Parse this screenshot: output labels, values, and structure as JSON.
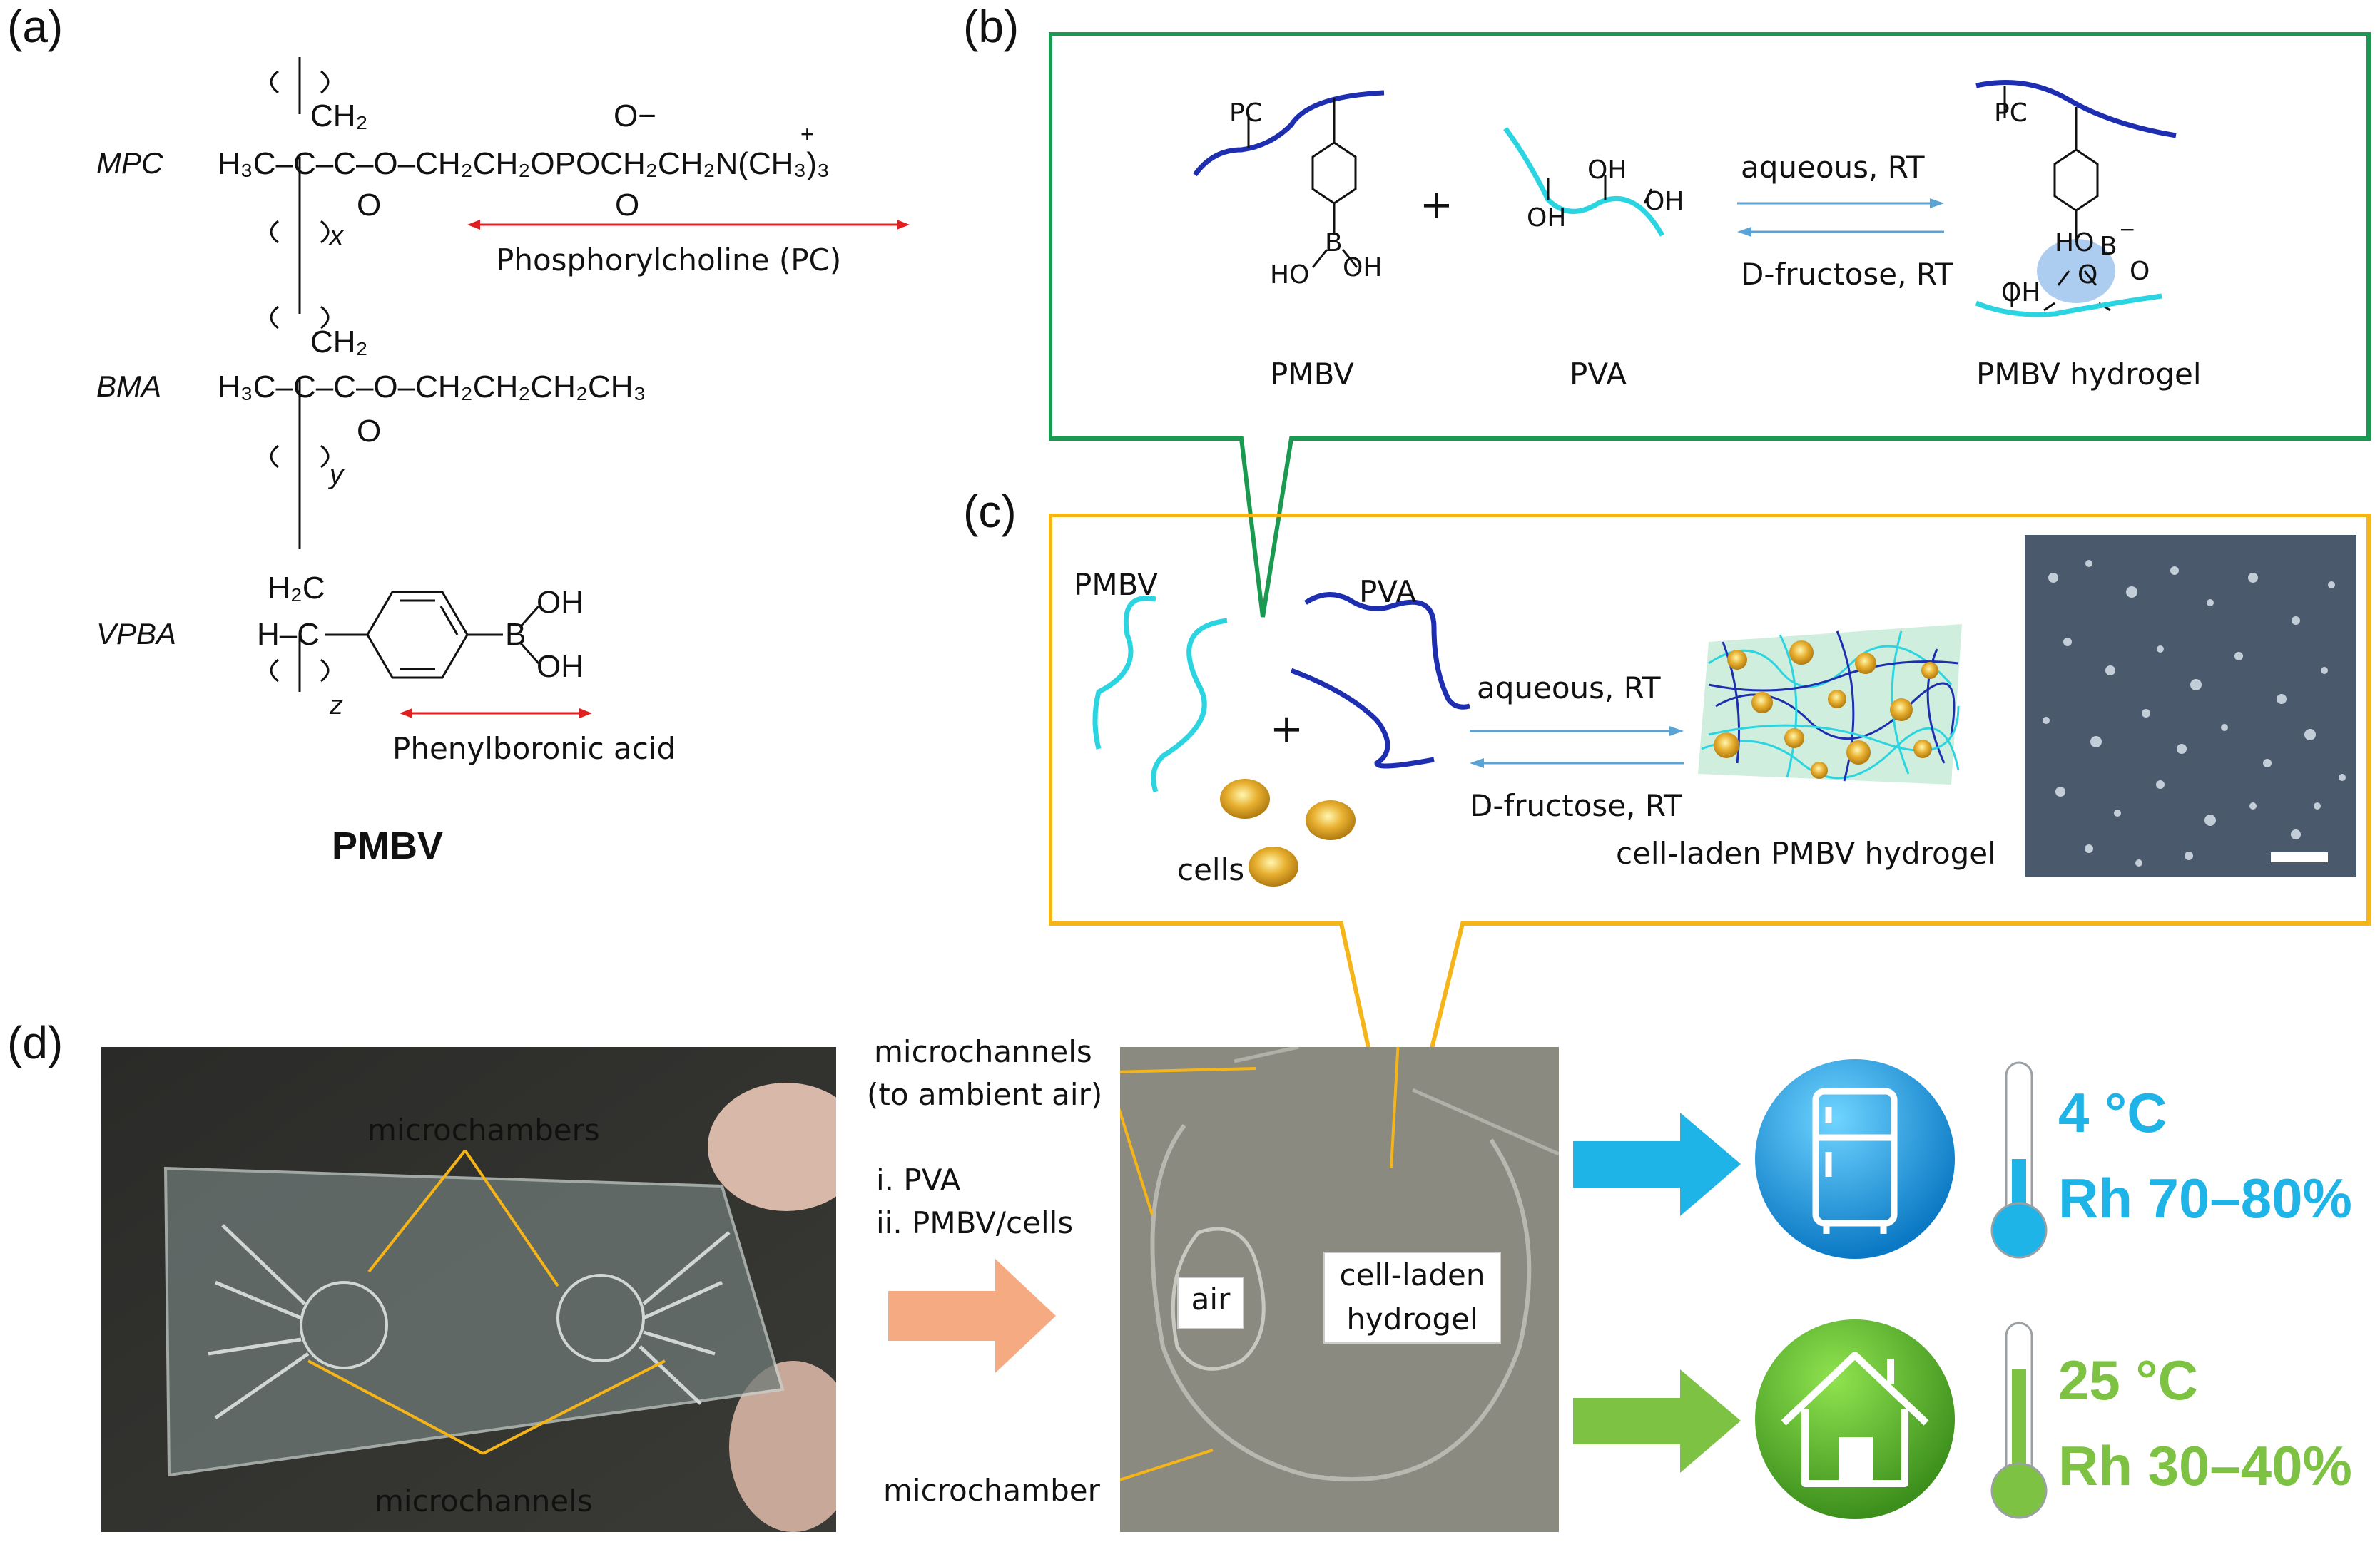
{
  "panels": {
    "a": "(a)",
    "b": "(b)",
    "c": "(c)",
    "d": "(d)"
  },
  "panel_a": {
    "mpc_label": "MPC",
    "bma_label": "BMA",
    "vpba_label": "VPBA",
    "mpc_formula": "H₃C–C–C–O–CH₂CH₂OPOCH₂CH₂N(CH₃)₃",
    "bma_formula": "H₃C–C–C–O–CH₂CH₂CH₂CH₃",
    "ch2": "CH₂",
    "h2c": "H₂C",
    "hc": "H–C",
    "o_double": "O",
    "o_minus": "O−",
    "plus": "+",
    "x": "x",
    "y": "y",
    "z": "z",
    "boron": "B",
    "oh": "OH",
    "pc_caption": "Phosphorylcholine (PC)",
    "pba_caption": "Phenylboronic acid",
    "title": "PMBV"
  },
  "panel_b": {
    "pc": "PC",
    "b": "B",
    "ho": "HO",
    "oh": "OH",
    "plus": "+",
    "forward": "aqueous, RT",
    "reverse": "D-fructose, RT",
    "pmbv": "PMBV",
    "pva": "PVA",
    "hydrogel": "PMBV hydrogel",
    "ho_b": "HO",
    "boron_minus": "B",
    "o": "O",
    "minus": "−"
  },
  "panel_c": {
    "pmbv": "PMBV",
    "pva": "PVA",
    "plus": "+",
    "cells": "cells",
    "forward": "aqueous, RT",
    "reverse": "D-fructose, RT",
    "result": "cell-laden PMBV hydrogel"
  },
  "panel_d": {
    "microchambers": "microchambers",
    "microchannels_bottom": "microchannels",
    "microchannels_top": "microchannels",
    "to_ambient": "(to ambient air)",
    "step1": "i. PVA",
    "step2": "ii. PMBV/cells",
    "air": "air",
    "cell_laden": "cell-laden",
    "hydrogel": "hydrogel",
    "microchamber": "microchamber",
    "cold_temp": "4 °C",
    "cold_rh": "Rh 70–80%",
    "warm_temp": "25 °C",
    "warm_rh": "Rh 30–40%",
    "fridge_icon": "fridge-icon",
    "house_icon": "house-icon",
    "thermometer_icon": "thermometer-icon"
  },
  "colors": {
    "green_box": "#1a9a50",
    "yellow_box": "#f5b417",
    "blue_chain": "#1d2fb0",
    "cyan_chain": "#2ad4e0",
    "arrow_blue": "#5aa3d6",
    "red_arrow": "#e02020",
    "orange_arrow": "#f2a23a",
    "cold": "#1fb4e8",
    "warm": "#7dc242"
  }
}
